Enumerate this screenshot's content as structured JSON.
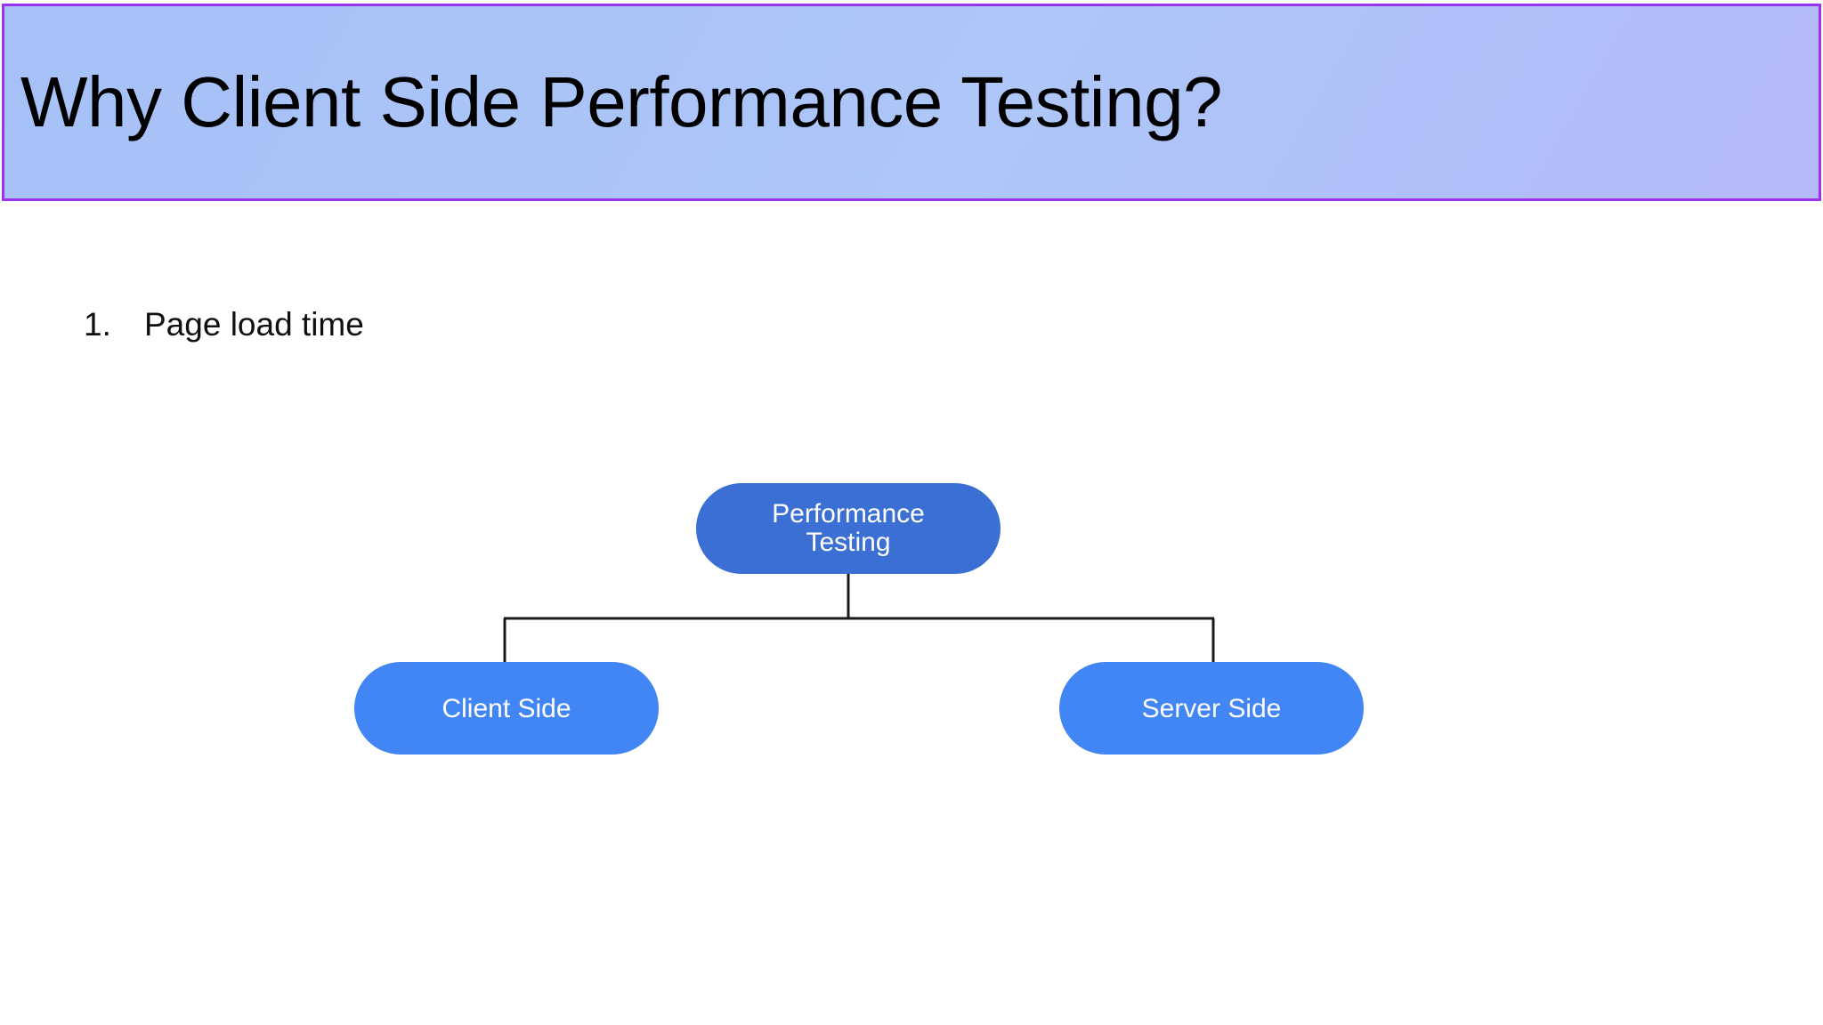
{
  "slide": {
    "title": "Why Client Side Performance Testing?",
    "background_color": "#ffffff",
    "banner": {
      "fill_color": "#a8c3f5",
      "border_color": "#9a33ee"
    }
  },
  "content": {
    "list": [
      {
        "marker": "1.",
        "label": "Page load time"
      }
    ]
  },
  "diagram": {
    "type": "org-chart",
    "root": {
      "label": "Performance Testing",
      "line1": "Performance",
      "line2": "Testing",
      "fill_color": "#3b6fd4",
      "text_color": "#ffffff"
    },
    "children": [
      {
        "label": "Client Side",
        "fill_color": "#4285f4",
        "text_color": "#ffffff"
      },
      {
        "label": "Server Side",
        "fill_color": "#4285f4",
        "text_color": "#ffffff"
      }
    ],
    "connector_color": "#1a1a1a"
  }
}
